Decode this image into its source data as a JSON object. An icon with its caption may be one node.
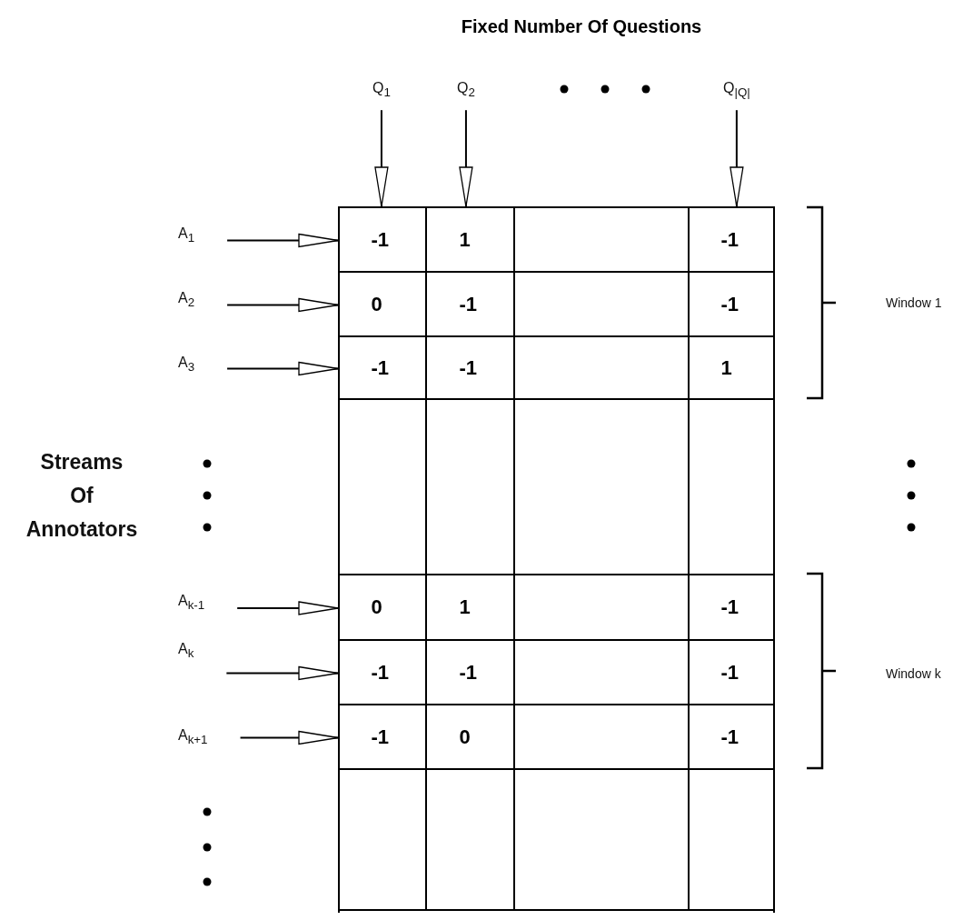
{
  "diagram": {
    "title": "Fixed Number Of Questions",
    "nodes": [
      {
        "text": [
          "Q$_{1}$"
        ]
      },
      {
        "text": [
          "Q$_{2}$"
        ]
      },
      {
        "text": [
          "Q$_{|Q|}$"
        ]
      },
      {
        "text": [],
        "shape": "box"
      },
      {
        "text": [
          "A$_{1}$"
        ]
      },
      {
        "text": [
          "-1",
          "1",
          "-1"
        ],
        "in": 3
      },
      {
        "text": [
          "A$_{2}$"
        ]
      },
      {
        "text": [
          "0",
          "-1",
          "-1"
        ],
        "in": 3
      },
      {
        "text": [
          "A$_{3}$"
        ]
      },
      {
        "text": [
          "-1",
          "-1",
          "1"
        ],
        "in": 3
      },
      {
        "text": [],
        "shape": "box",
        "in": 3
      },
      {
        "text": [
          "A$_{k-1}$"
        ]
      },
      {
        "text": [
          "0",
          "1",
          "-1"
        ],
        "in": 3
      },
      {
        "text": [
          "A$_{k}$"
        ]
      },
      {
        "text": [
          "-1",
          "-1",
          "-1"
        ],
        "in": 3
      },
      {
        "text": [
          "A$_{k+1}$"
        ]
      },
      {
        "text": [
          "-1",
          "0",
          "-1"
        ],
        "in": 3
      },
      {
        "text": [],
        "shape": "box",
        "in": 3
      }
    ],
    "edges": [
      {
        "from": 0,
        "to": 3,
        "arrow": "to"
      },
      {
        "from": 1,
        "to": 3,
        "arrow": "to"
      },
      {
        "from": 2,
        "to": 3,
        "arrow": "to"
      },
      {
        "from": 4,
        "to": 5,
        "arrow": "to"
      },
      {
        "from": 6,
        "to": 7,
        "arrow": "to"
      },
      {
        "from": 8,
        "to": 9,
        "arrow": "to"
      },
      {
        "from": 11,
        "to": 12,
        "arrow": "to"
      },
      {
        "from": 13,
        "to": 14,
        "arrow": "to"
      },
      {
        "from": 15,
        "to": 16,
        "arrow": "to"
      }
    ],
    "labels": [
      "Window 1",
      "Streams Of Annotators",
      "Window k"
    ]
  }
}
